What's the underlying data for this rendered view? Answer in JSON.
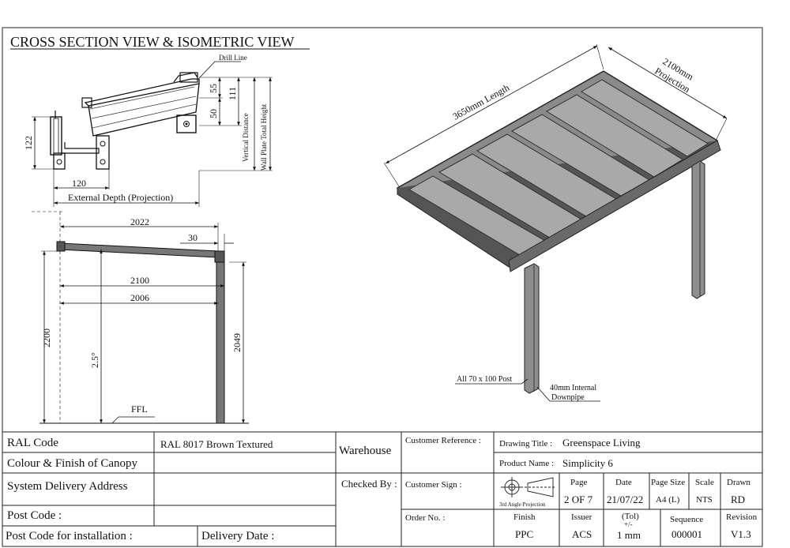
{
  "header": {
    "title": "CROSS SECTION VIEW & ISOMETRIC VIEW"
  },
  "cross_section": {
    "drill_line": "Drill Line",
    "dim_55": "55",
    "dim_111": "111",
    "dim_50": "50",
    "vertical_distance": "Vertical Distance",
    "wall_plate_total_height": "Wall Plate Total Height",
    "dim_122": "122",
    "dim_120": "120",
    "external_depth": "External Depth (Projection)"
  },
  "side_view": {
    "dim_2022": "2022",
    "dim_30": "30",
    "dim_2100": "2100",
    "dim_2006": "2006",
    "dim_2200": "2200",
    "dim_2049": "2049",
    "angle": "2.5°",
    "ffl": "FFL"
  },
  "isometric": {
    "length": "3650mm Length",
    "projection_value": "2100mm",
    "projection_word": "Projection",
    "post_label": "All 70 x 100 Post",
    "downpipe_line1": "40mm Internal",
    "downpipe_line2": "Downpipe"
  },
  "title_block": {
    "ral_code_label": "RAL Code",
    "ral_code_value": "RAL 8017 Brown Textured",
    "colour_finish_label": "Colour & Finish of Canopy",
    "delivery_address_label": "System Delivery Address",
    "post_code_label": "Post Code :",
    "post_code_install_label": "Post Code for installation :",
    "delivery_date_label": "Delivery Date :",
    "warehouse_label": "Warehouse",
    "checked_by_label": "Checked By :",
    "customer_reference_label": "Customer Reference :",
    "customer_sign_label": "Customer Sign :",
    "order_no_label": "Order No. :",
    "drawing_title_label": "Drawing Title :",
    "drawing_title_value": "Greenspace Living",
    "product_name_label": "Product Name :",
    "product_name_value": "Simplicity 6",
    "projection_symbol_label": "3rd Angle Projection",
    "page_label": "Page",
    "page_value": "2 OF 7",
    "date_label": "Date",
    "date_value": "21/07/22",
    "page_size_label": "Page Size",
    "page_size_value": "A4 (L)",
    "scale_label": "Scale",
    "scale_value": "NTS",
    "drawn_label": "Drawn",
    "drawn_value": "RD",
    "finish_label": "Finish",
    "finish_value": "PPC",
    "issuer_label": "Issuer",
    "issuer_value": "ACS",
    "tol_label": "(Tol)",
    "tol_pm": "+/-",
    "tol_value": "1 mm",
    "sequence_label": "Sequence",
    "sequence_value": "000001",
    "revision_label": "Revision",
    "revision_value": "V1.3"
  }
}
